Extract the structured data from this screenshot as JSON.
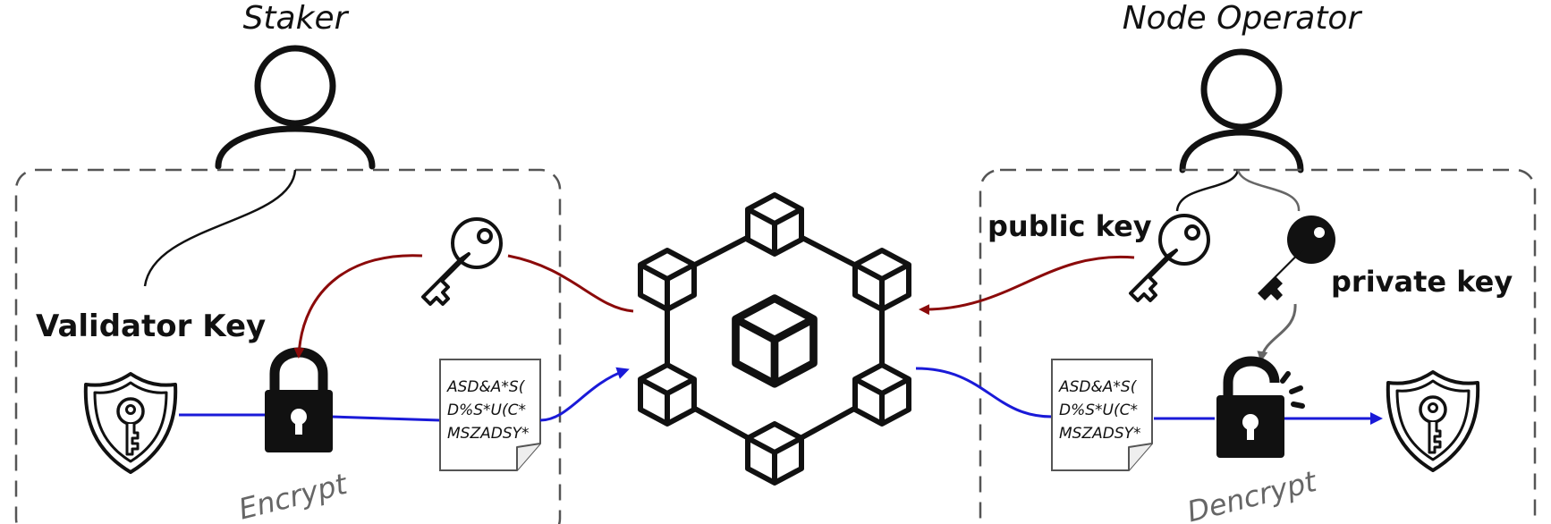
{
  "actors": {
    "staker": "Staker",
    "node_operator": "Node Operator"
  },
  "labels": {
    "validator_key": "Validator Key",
    "public_key": "public key",
    "private_key": "private key",
    "encrypt": "Encrypt",
    "decrypt": "Dencrypt"
  },
  "ciphertext": {
    "left": [
      "ASD&A*S(",
      "D%S*U(C*",
      "MSZADSY*"
    ],
    "right": [
      "ASD&A*S(",
      "D%S*U(C*",
      "MSZADSY*"
    ]
  },
  "colors": {
    "encrypted_flow": "#1a1ad8",
    "public_key_flow": "#8b0a0a",
    "neutral_line": "#111111",
    "private_key_flow": "#666666",
    "dashed_box": "#555555"
  },
  "icons": {
    "staker": "user-icon",
    "node_operator": "user-icon",
    "validator_key_shield": "shield-key-icon",
    "lock": "lock-icon",
    "unlock": "unlock-icon",
    "public_key": "key-outline-icon",
    "private_key": "key-filled-icon",
    "network": "blockchain-network-icon",
    "document": "document-icon"
  }
}
